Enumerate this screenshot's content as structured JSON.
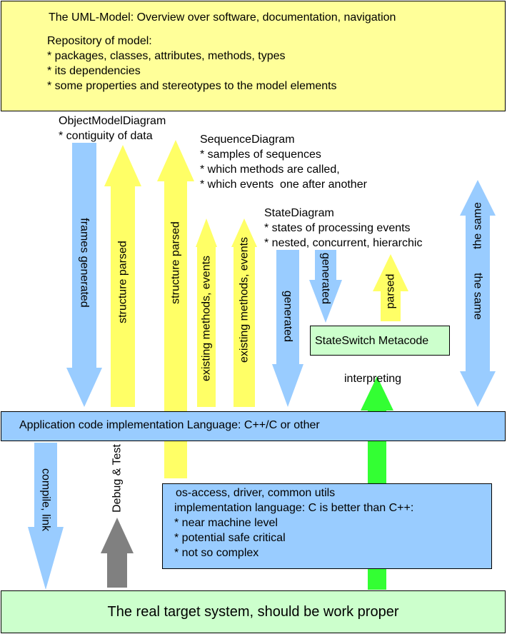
{
  "colors": {
    "yellow_box": "#ffff99",
    "blue_box": "#99ccff",
    "green_box": "#ccffcc",
    "blue_arrow": "#99ccff",
    "yellow_arrow": "#ffff66",
    "green_arrow": "#33ff33",
    "gray_arrow": "#808080"
  },
  "model_box": {
    "title": "The UML-Model: Overview over software, documentation, navigation",
    "lines": [
      "Repository of model:",
      "* packages, classes, attributes, methods, types",
      "* its dependencies",
      "* some properties and stereotypes to the model elements"
    ]
  },
  "object_model": {
    "title": "ObjectModelDiagram",
    "lines": [
      "* contiguity of data"
    ]
  },
  "sequence": {
    "title": "SequenceDiagram",
    "lines": [
      "* samples of sequences",
      "* which methods are called,",
      "* which events  one after another"
    ]
  },
  "state": {
    "title": "StateDiagram",
    "lines": [
      "* states of processing events",
      "* nested, concurrent, hierarchic"
    ]
  },
  "metacode_box": {
    "label": "StateSwitch Metacode"
  },
  "interpreting_label": "interpreting",
  "app_box": {
    "label": "Application code implementation Language: C++/C or other"
  },
  "os_box": {
    "lines": [
      "os-access, driver, common utils",
      "implementation language: C is better than C++:",
      "* near machine level",
      "* potential safe critical",
      "* not so complex"
    ]
  },
  "target_box": {
    "label": "The real target system, should be work proper"
  },
  "arrows": [
    {
      "name": "frames-generated-arrow",
      "label": "frames generated",
      "color": "blue",
      "direction": "down"
    },
    {
      "name": "structure-parsed-arrow-1",
      "label": "structure parsed",
      "color": "yellow",
      "direction": "up"
    },
    {
      "name": "structure-parsed-arrow-2",
      "label": "structure parsed",
      "color": "yellow",
      "direction": "up"
    },
    {
      "name": "existing-methods-events-arrow-1",
      "label": "existing methods, events",
      "color": "yellow",
      "direction": "up"
    },
    {
      "name": "existing-methods-events-arrow-2",
      "label": "existing methods, events",
      "color": "yellow",
      "direction": "up"
    },
    {
      "name": "generated-arrow-1",
      "label": "generated",
      "color": "blue",
      "direction": "down"
    },
    {
      "name": "generated-arrow-2",
      "label": "generated",
      "color": "blue",
      "direction": "down"
    },
    {
      "name": "parsed-arrow",
      "label": "parsed",
      "color": "yellow",
      "direction": "up"
    },
    {
      "name": "the-same-arrow",
      "label_up": "the same",
      "label_down": "the same",
      "color": "blue",
      "direction": "both"
    },
    {
      "name": "compile-link-arrow",
      "label": "compile, link",
      "color": "blue",
      "direction": "down"
    },
    {
      "name": "debug-test-arrow",
      "label": "Debug & Test",
      "color": "gray",
      "direction": "up"
    },
    {
      "name": "interpreting-arrow",
      "color": "green",
      "direction": "up"
    }
  ]
}
